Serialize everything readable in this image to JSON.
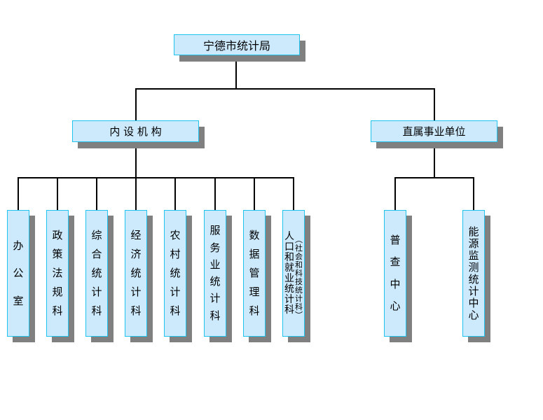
{
  "root": {
    "label": "宁德市统计局"
  },
  "branches": [
    {
      "label": "内 设 机 构",
      "children": [
        {
          "label": "办公室"
        },
        {
          "label": "政策法规科"
        },
        {
          "label": "综合统计科"
        },
        {
          "label": "经济统计科"
        },
        {
          "label": "农村统计科"
        },
        {
          "label": "服务业统计科"
        },
        {
          "label": "数据管理科"
        },
        {
          "label": "人口和就业统计科",
          "note": "（社会和科技统计科）"
        }
      ]
    },
    {
      "label": "直属事业单位",
      "children": [
        {
          "label": "普查中心"
        },
        {
          "label": "能源监测统计中心"
        }
      ]
    }
  ],
  "colors": {
    "box_fill": "#cdeafd",
    "box_border": "#1ec3ee",
    "shadow": "#808080",
    "connector": "#000000"
  }
}
